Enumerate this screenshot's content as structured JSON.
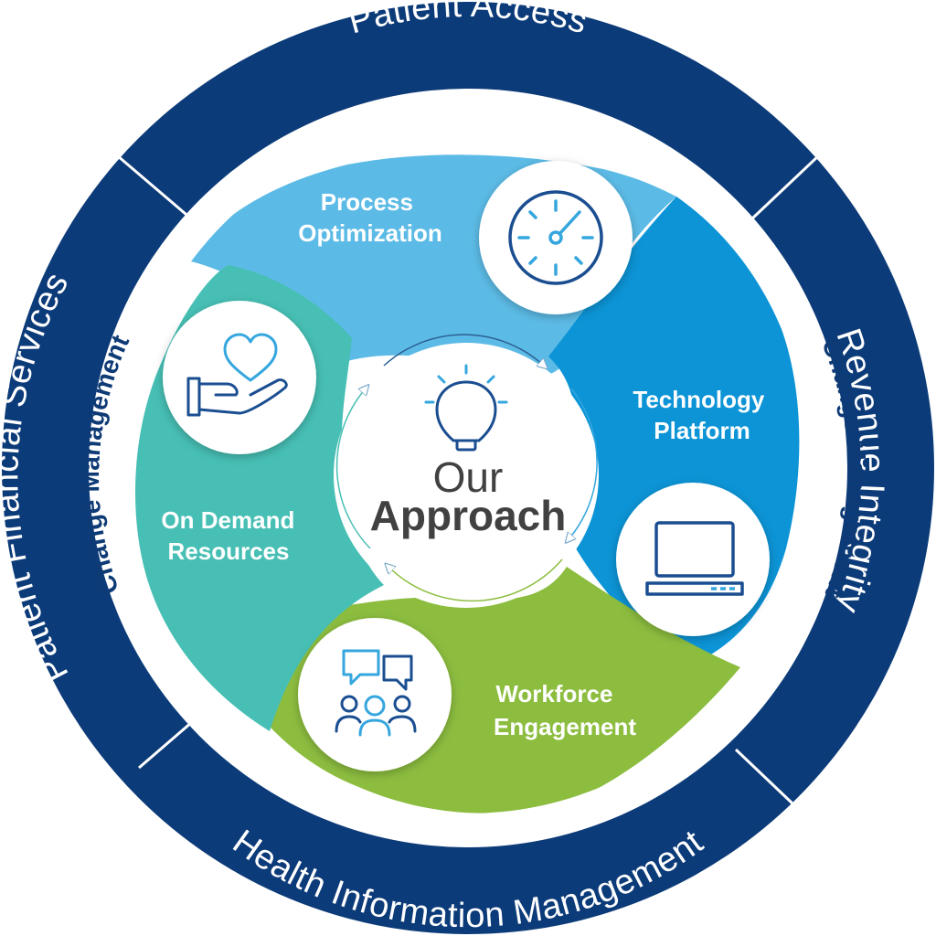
{
  "outer_ring": {
    "top": "Patient Access",
    "right": "Revenue Integrity",
    "bottom": "Health Information Management",
    "left": "Patient Financial Services"
  },
  "change_management": {
    "left": "Change Management",
    "right": "Change Management"
  },
  "segments": {
    "process": {
      "line1": "Process",
      "line2": "Optimization",
      "color": "#5cbbe6",
      "icon": "stopwatch-icon"
    },
    "technology": {
      "line1": "Technology",
      "line2": "Platform",
      "color": "#0c94d6",
      "icon": "laptop-icon"
    },
    "workforce": {
      "line1": "Workforce",
      "line2": "Engagement",
      "color": "#8cbd3f",
      "icon": "team-chat-icon"
    },
    "ondemand": {
      "line1": "On Demand",
      "line2": "Resources",
      "color": "#47bfb4",
      "icon": "heart-hand-icon"
    }
  },
  "center": {
    "line1": "Our",
    "line2": "Approach",
    "icon": "lightbulb-icon"
  },
  "colors": {
    "ring": "#0c3b79",
    "icon_stroke": "#1a4e91",
    "icon_accent": "#35a6de"
  }
}
